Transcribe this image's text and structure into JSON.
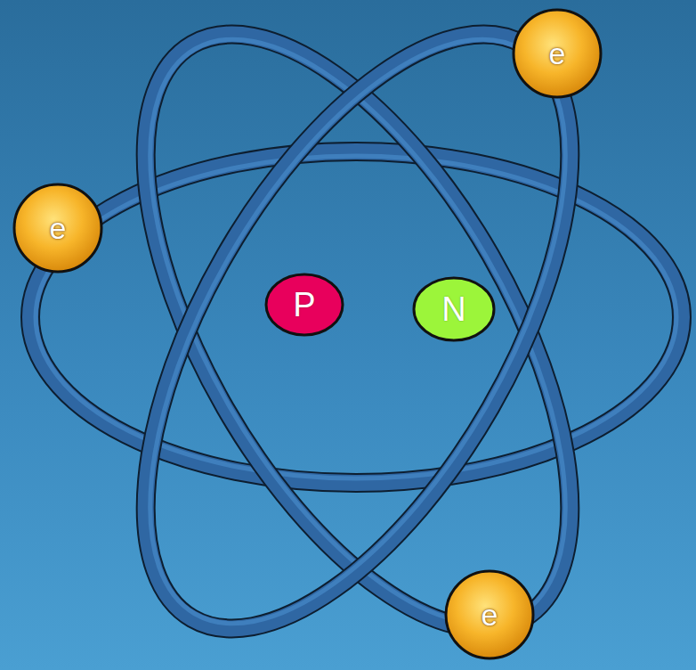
{
  "diagram": {
    "nodes": [
      {
        "text": [
          "e"
        ]
      },
      {
        "text": [
          "e"
        ]
      },
      {
        "text": [
          "P"
        ]
      },
      {
        "text": [
          "N"
        ]
      },
      {
        "text": [
          "e"
        ]
      }
    ]
  }
}
